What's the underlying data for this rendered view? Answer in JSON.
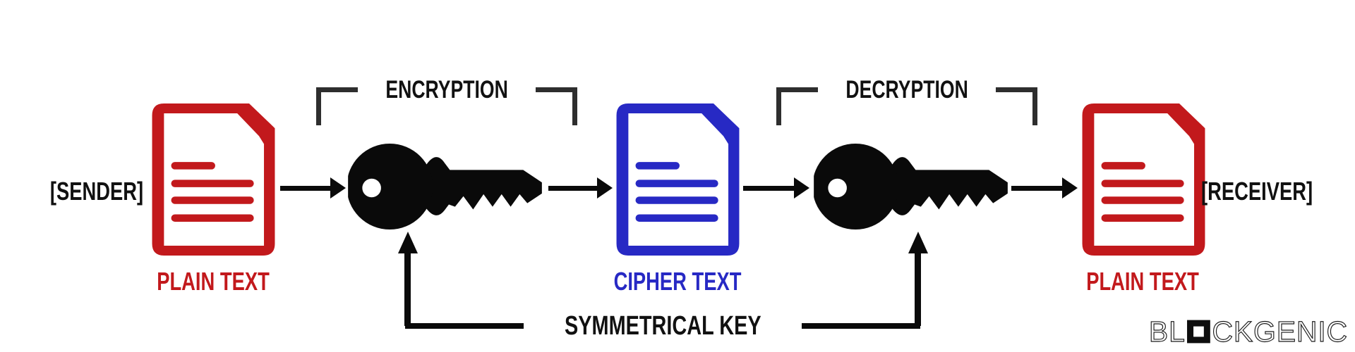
{
  "diagram": {
    "sender_label": "[SENDER]",
    "receiver_label": "[RECEIVER]",
    "sender_document": {
      "label": "PLAIN TEXT",
      "icon": "document-icon",
      "color": "#C2191C"
    },
    "cipher_document": {
      "label": "CIPHER TEXT",
      "icon": "document-icon",
      "color": "#2729C4"
    },
    "receiver_document": {
      "label": "PLAIN TEXT",
      "icon": "document-icon",
      "color": "#C2191C"
    },
    "encryption": {
      "label": "ENCRYPTION",
      "icon": "key-icon"
    },
    "decryption": {
      "label": "DECRYPTION",
      "icon": "key-icon"
    },
    "symmetrical_key_label": "SYMMETRICAL KEY",
    "colors": {
      "plain_text_red": "#C2191C",
      "cipher_text_blue": "#2729C4",
      "key_black": "#0A0A0A",
      "bracket_gray": "#2E2E2E"
    }
  },
  "branding": {
    "logo_name": "BLOCKGENIC",
    "logo_prefix": "BL",
    "logo_square_icon": "square-icon",
    "logo_suffix": "CKGENIC"
  }
}
